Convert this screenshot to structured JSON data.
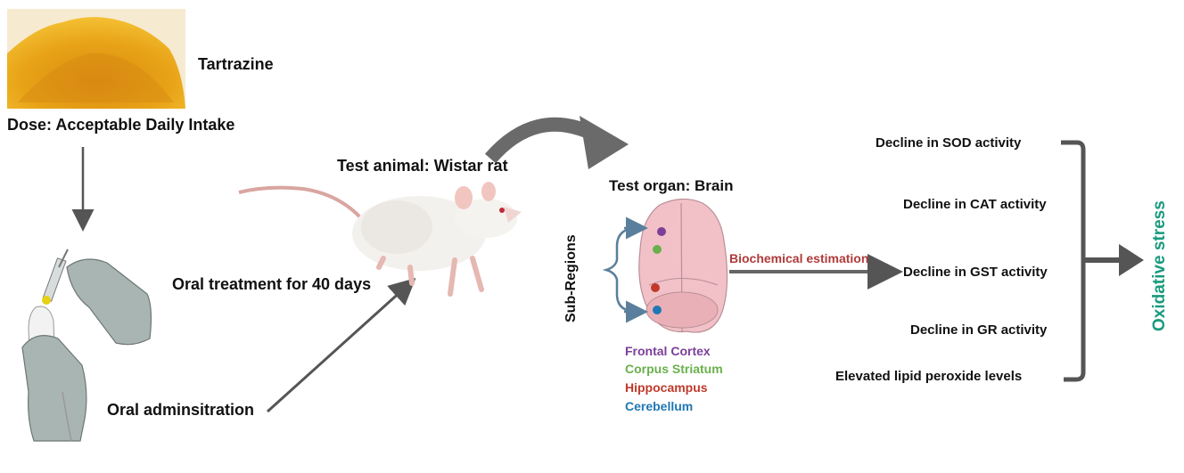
{
  "substance": {
    "name": "Tartrazine",
    "dose": "Dose: Acceptable Daily Intake"
  },
  "steps": {
    "administration": "Oral adminsitration",
    "treatment": "Oral treatment for 40 days",
    "test_animal": "Test animal: Wistar rat",
    "test_organ": "Test organ: Brain",
    "sub_regions": "Sub-Regions",
    "biochemical": "Biochemical estimation"
  },
  "regions": [
    {
      "name": "Frontal Cortex",
      "color": "#7b3f98"
    },
    {
      "name": "Corpus Striatum",
      "color": "#6ab04c"
    },
    {
      "name": "Hippocampus",
      "color": "#c0392b"
    },
    {
      "name": "Cerebellum",
      "color": "#1f77b4"
    }
  ],
  "findings": [
    "Decline in SOD activity",
    "Decline in CAT activity",
    "Decline in GST activity",
    "Decline in GR activity",
    "Elevated lipid peroxide levels"
  ],
  "outcome": {
    "label": "Oxidative stress",
    "color": "#1a9a7e"
  },
  "colors": {
    "arrow": "#555555",
    "biochem_text": "#b03a3a",
    "powder": "#e8a317"
  }
}
